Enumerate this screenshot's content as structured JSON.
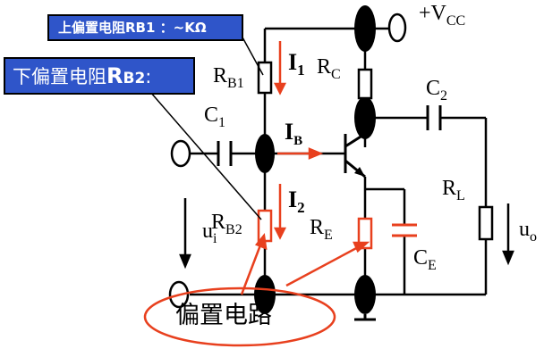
{
  "labels": {
    "vcc_main": "+V",
    "vcc_sub": "CC",
    "rb1_main": "R",
    "rb1_sub": "B1",
    "i1_main": "I",
    "i1_sub": "1",
    "rc_main": "R",
    "rc_sub": "C",
    "c2_main": "C",
    "c2_sub": "2",
    "c1_main": "C",
    "c1_sub": "1",
    "ib_main": "I",
    "ib_sub": "B",
    "rl_main": "R",
    "rl_sub": "L",
    "ui_main": "u",
    "ui_sub": "i",
    "rb2_main": "R",
    "rb2_sub": "B2",
    "i2_main": "I",
    "i2_sub": "2",
    "re_main": "R",
    "re_sub": "E",
    "uo_main": "u",
    "uo_sub": "o",
    "ce_main": "C",
    "ce_sub": "E"
  },
  "callouts": {
    "upper_bias": "上偏置电阻RB1 ：~KΩ",
    "lower_bias_prefix": "下偏置电阻",
    "lower_bias_name": "R",
    "lower_bias_sub": "B2",
    "lower_bias_colon": ":",
    "bias_circuit": "偏置电路"
  },
  "colors": {
    "callout_bg": "#2f55c9",
    "current_arrow": "#e8401e",
    "ellipse": "#e8401e",
    "wire": "#000000"
  }
}
